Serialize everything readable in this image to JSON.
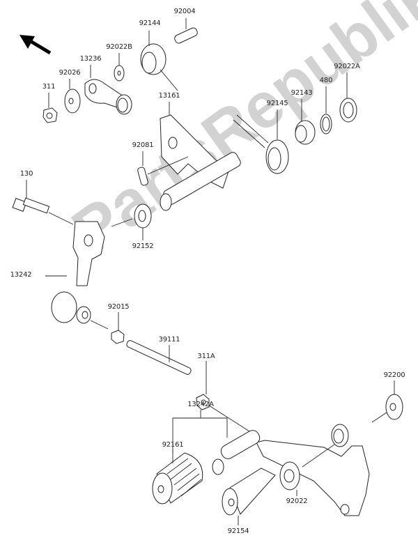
{
  "diagram": {
    "watermark": "PartsRepublik",
    "labels": {
      "p92004": "92004",
      "p92144": "92144",
      "p92022B": "92022B",
      "p13236": "13236",
      "p92026": "92026",
      "p311": "311",
      "p13161": "13161",
      "p92145": "92145",
      "p92143": "92143",
      "p480": "480",
      "p92022A": "92022A",
      "p92081": "92081",
      "p130": "130",
      "p92152": "92152",
      "p13242": "13242",
      "p92015": "92015",
      "p39111": "39111",
      "p311A": "311A",
      "p92200": "92200",
      "p13242A": "13242A",
      "p92161": "92161",
      "p92022": "92022",
      "p92154": "92154"
    }
  }
}
